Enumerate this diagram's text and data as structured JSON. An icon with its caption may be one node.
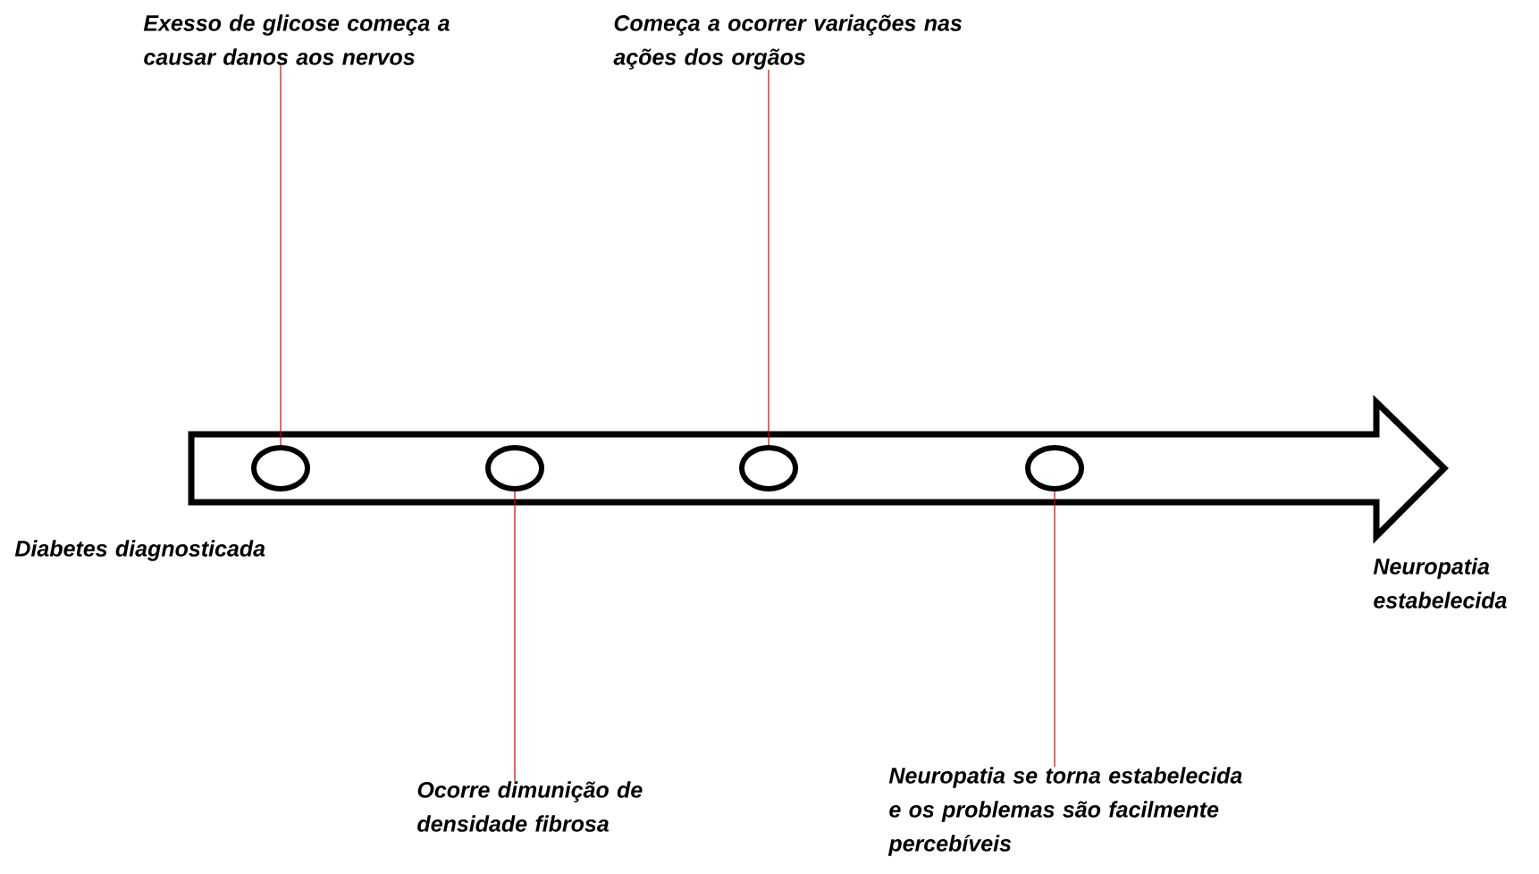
{
  "diagram": {
    "nodes": [
      {
        "text": [
          "Exesso de glicose começa a causar danos aos nervos"
        ]
      },
      {
        "text": [
          "Começa a ocorrer variações nas ações dos orgãos"
        ]
      },
      {
        "text": [],
        "shape": "circle"
      },
      {
        "text": [],
        "shape": "circle"
      },
      {
        "text": [],
        "shape": "circle"
      },
      {
        "text": [],
        "shape": "circle"
      },
      {
        "text": [
          "Ocorre dimunição de densidade fibrosa"
        ]
      },
      {
        "text": [
          "Neuropatia se torna estabelecida e os problemas são facilmente percebíveis"
        ]
      }
    ],
    "edges": [
      {
        "from": 0,
        "to": 2,
        "arrow": "none"
      },
      {
        "from": 1,
        "to": 4,
        "arrow": "none"
      },
      {
        "from": 6,
        "to": 3,
        "arrow": "none"
      },
      {
        "from": 7,
        "to": 5,
        "arrow": "none"
      }
    ],
    "labels": [
      "Diabetes diagnosticada",
      "Neuropatia estabelecida"
    ]
  }
}
